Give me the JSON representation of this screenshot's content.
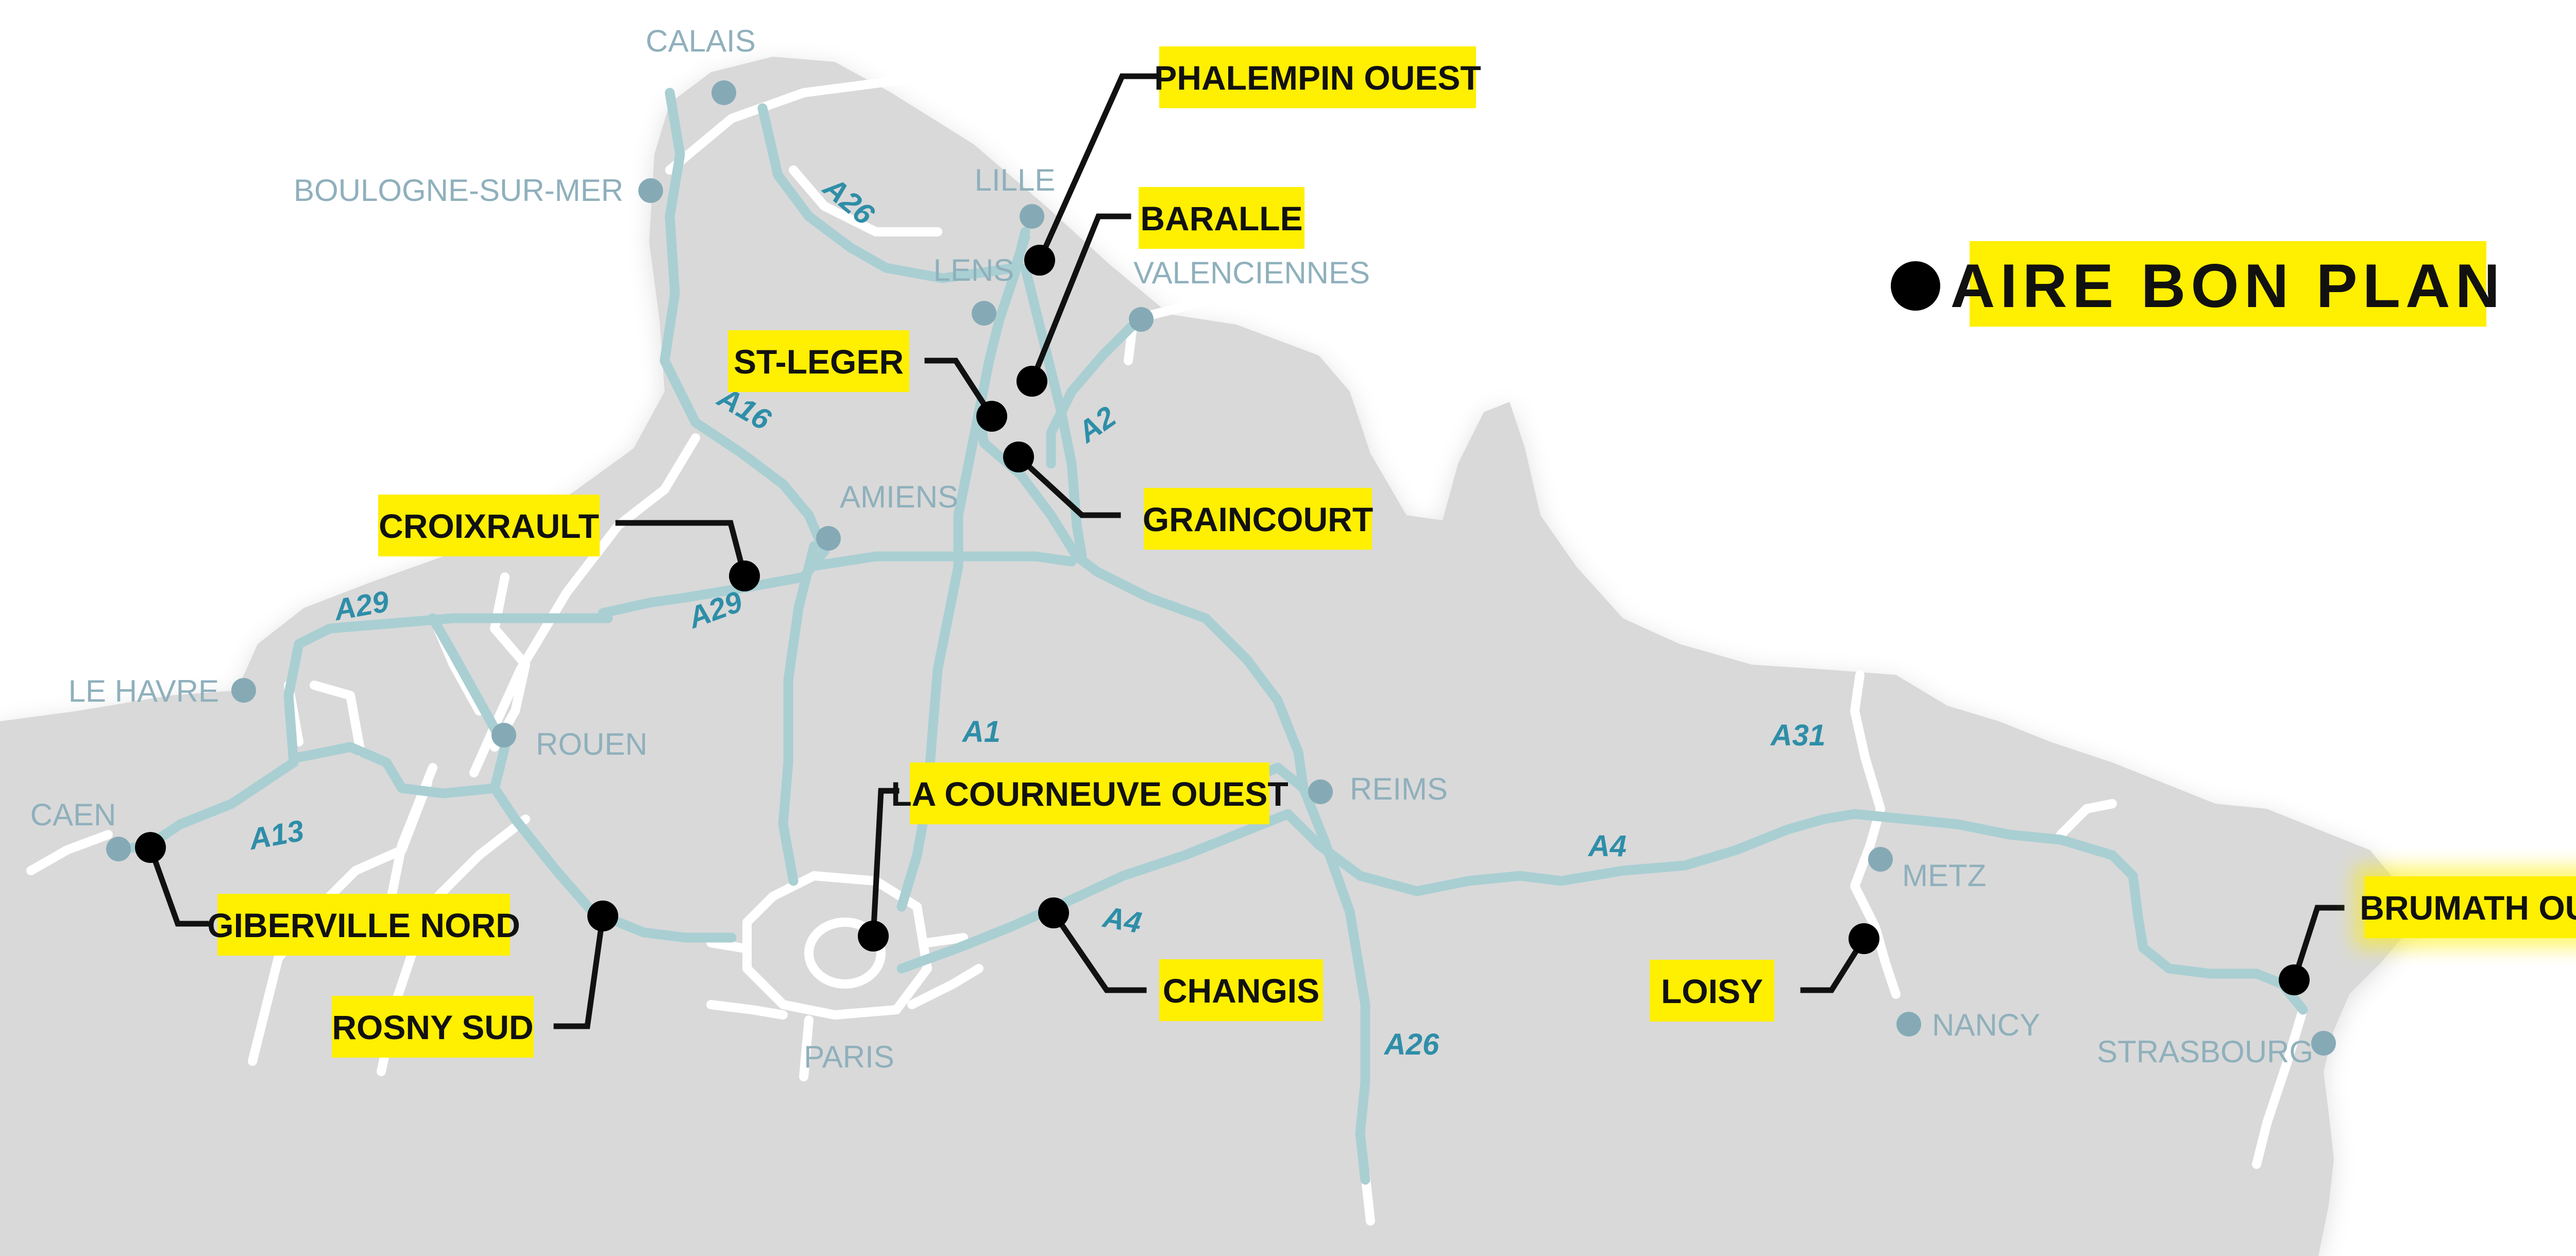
{
  "colors": {
    "background": "#ffffff",
    "land": "#d9d9d9",
    "highway": "#a9cfd3",
    "secondary_road": "#ffffff",
    "city_dot": "#85aab6",
    "city_label": "#8fb0bc",
    "road_label": "#2e8ea8",
    "callout_fill": "#ffef00",
    "rest_area_dot": "#000000"
  },
  "legend": {
    "label": "AIRE BON PLAN",
    "icon": "black-dot-icon"
  },
  "cities": [
    "CALAIS",
    "BOULOGNE-SUR-MER",
    "LILLE",
    "LENS",
    "VALENCIENNES",
    "AMIENS",
    "LE HAVRE",
    "ROUEN",
    "CAEN",
    "PARIS",
    "REIMS",
    "METZ",
    "NANCY",
    "STRASBOURG"
  ],
  "highways": [
    "A26",
    "A16",
    "A2",
    "A29",
    "A29",
    "A13",
    "A1",
    "A4",
    "A4",
    "A26",
    "A31"
  ],
  "rest_areas": [
    "PHALEMPIN OUEST",
    "BARALLE",
    "ST-LEGER",
    "GRAINCOURT",
    "CROIXRAULT",
    "LA COURNEUVE OUEST",
    "GIBERVILLE NORD",
    "ROSNY SUD",
    "CHANGIS",
    "LOISY",
    "BRUMATH OUEST"
  ]
}
